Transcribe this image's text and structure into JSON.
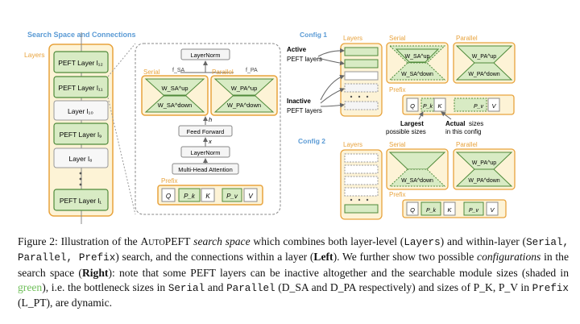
{
  "left": {
    "title": "Search Space and Connections",
    "layers_label": "Layers",
    "layer_labels": [
      "PEFT Layer l₁₂",
      "PEFT Layer l₁₁",
      "Layer l₁₀",
      "PEFT Layer l₉",
      "Layer l₈",
      "PEFT Layer l₁"
    ],
    "dots": "•\n•\n•",
    "layernorm_top": "LayerNorm",
    "serial": "Serial",
    "parallel": "Parallel",
    "f_sa": "f_SA",
    "f_pa": "f_PA",
    "w_sa_up": "W_SA^up",
    "w_sa_down": "W_SA^down",
    "w_pa_up": "W_PA^up",
    "w_pa_down": "W_PA^down",
    "h": "h",
    "x": "x",
    "feed_forward": "Feed Forward",
    "layernorm_mid": "LayerNorm",
    "mha": "Multi-Head Attention",
    "prefix": "Prefix",
    "prefix_cells": [
      "Q",
      "P_k",
      "K",
      "P_v",
      "V"
    ]
  },
  "config1": {
    "title": "Config 1",
    "layers": "Layers",
    "serial": "Serial",
    "parallel": "Parallel",
    "prefix": "Prefix",
    "active": "Active\nPEFT layers",
    "inactive": "Inactive\nPEFT layers",
    "largest": "Largest\npossible sizes",
    "actual": "Actual sizes\nin this config",
    "cells": [
      "Q",
      "P_k",
      "K",
      "P_v",
      "V"
    ]
  },
  "config2": {
    "title": "Config 2",
    "layers": "Layers",
    "serial": "Serial",
    "parallel": "Parallel",
    "prefix": "Prefix",
    "cells": [
      "Q",
      "P_k",
      "K",
      "P_v",
      "V"
    ]
  },
  "caption": {
    "label": "Figure 2:",
    "t1": " Illustration of the ",
    "name": "AutoPEFT",
    "t2": " ",
    "search_space": "search space",
    "t3": " which combines both layer-level (",
    "layers": "Layers",
    "t4": ") and within-layer (",
    "within": "Serial, Parallel, Prefix",
    "t5": ") search, and the connections within a layer (",
    "left": "Left",
    "t6": "). We further show two possible ",
    "configs": "configurations",
    "t7": " in the search space (",
    "right": "Right",
    "t8": "): note that some PEFT layers can be inactive altogether and the searchable module sizes (shaded in ",
    "green": "green",
    "t9": "), i.e. the bottleneck sizes in ",
    "serial": "Serial",
    "t10": " and ",
    "parallel": "Parallel",
    "t11": " (D_SA and D_PA respectively) and sizes of P_K, P_V in ",
    "prefix": "Prefix",
    "t12": " (L_PT), are dynamic."
  },
  "colors": {
    "blue": "#5b9bd5",
    "orange": "#e8a33d",
    "yellow_fill": "#fdf3d6",
    "green_fill": "#d8ebc4",
    "dark_green": "#4f8a3a",
    "grey": "#888888"
  }
}
